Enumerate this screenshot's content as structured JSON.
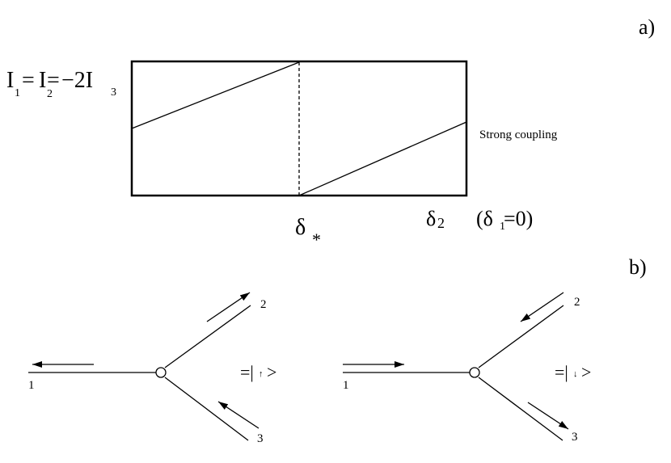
{
  "panel_a": {
    "label": "a)",
    "current_relation": {
      "I": "I",
      "sub1": "1",
      "eq1": "=",
      "sub2": "2",
      "eq2": "=",
      "coef": "−2I",
      "sub3": "3"
    },
    "strong_coupling": "Strong coupling",
    "delta_star": {
      "symbol": "δ",
      "sub": "*"
    },
    "delta_2": {
      "symbol": "δ",
      "sub": "2"
    },
    "delta_1_condition": {
      "open": "(δ",
      "sub": "1",
      "rest": "=0)"
    }
  },
  "panel_b": {
    "label": "b)",
    "vertex_up": {
      "legs": [
        "1",
        "2",
        "3"
      ],
      "state": {
        "prefix": "=|",
        "arrow": "↑",
        "suffix": ">"
      }
    },
    "vertex_down": {
      "legs": [
        "1",
        "2",
        "3"
      ],
      "state": {
        "prefix": "=|",
        "arrow": "↓",
        "suffix": ">"
      }
    }
  }
}
